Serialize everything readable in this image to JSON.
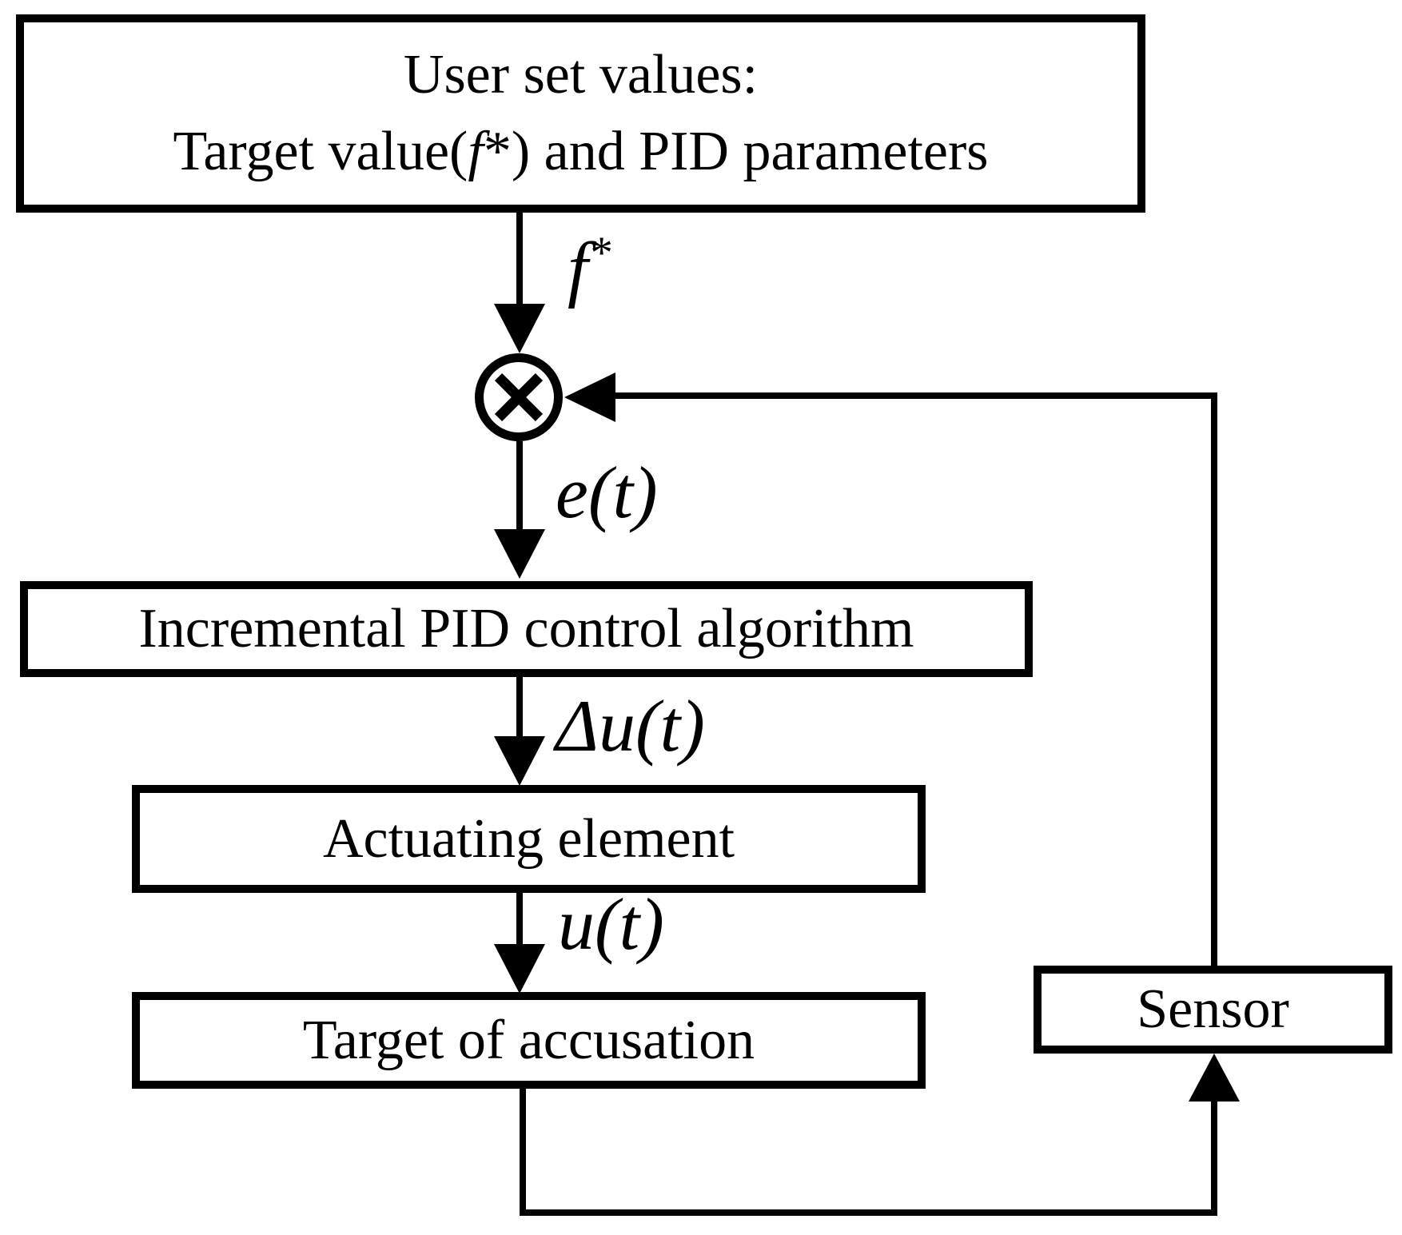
{
  "colors": {
    "background": "#ffffff",
    "ink": "#000000"
  },
  "nodes": {
    "user_set_values": {
      "line1": "User set values:",
      "line2_pre": "Target value(",
      "line2_f": "f",
      "line2_post": "*) and PID parameters"
    },
    "pid_algorithm": "Incremental PID control algorithm",
    "actuating_element": "Actuating element",
    "target_of_accusation": "Target of accusation",
    "sensor": "Sensor"
  },
  "signals": {
    "setpoint_base": "f",
    "setpoint_sup": "*",
    "error": "e(t)",
    "control_increment": "Δu(t)",
    "control_output": "u(t)"
  },
  "junction": {
    "icon": "circle-cross-summing-junction"
  }
}
